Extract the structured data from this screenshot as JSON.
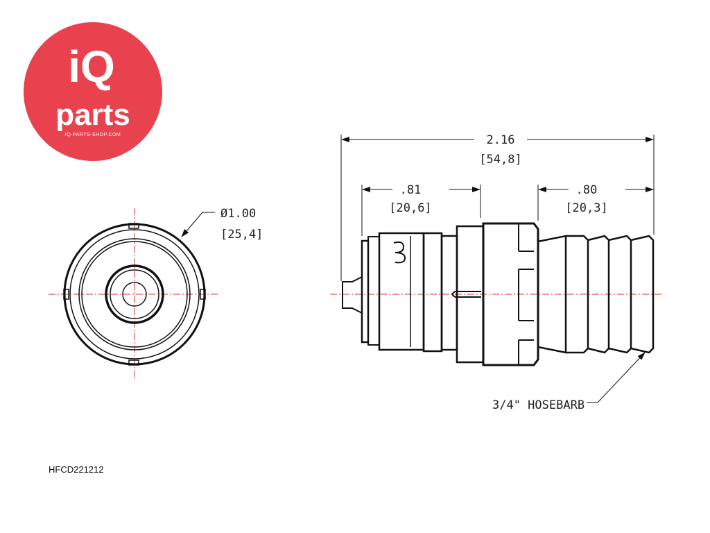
{
  "logo": {
    "brand_top": "iQ",
    "brand_bottom": "parts",
    "website": "IQ-PARTS-SHOP.COM",
    "color": "#e8424f"
  },
  "dimensions": {
    "diameter_in": "Ø1.00",
    "diameter_mm": "[25,4]",
    "overall_in": "2.16",
    "overall_mm": "[54,8]",
    "left_in": ".81",
    "left_mm": "[20,6]",
    "right_in": ".80",
    "right_mm": "[20,3]"
  },
  "callout": {
    "hosebarb": "3/4\" HOSEBARB"
  },
  "part_number": "HFCD221212",
  "colors": {
    "line": "#111111",
    "centerline": "#d2322d"
  }
}
